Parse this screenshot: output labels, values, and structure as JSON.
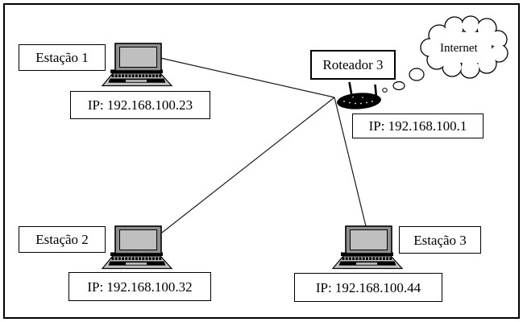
{
  "diagram": {
    "type": "network-topology",
    "nodes": {
      "station1": {
        "label": "Estação 1",
        "ip": "IP: 192.168.100.23",
        "icon": "laptop-icon"
      },
      "station2": {
        "label": "Estação 2",
        "ip": "IP: 192.168.100.32",
        "icon": "laptop-icon"
      },
      "station3": {
        "label": "Estação 3",
        "ip": "IP: 192.168.100.44",
        "icon": "laptop-icon"
      },
      "router": {
        "label": "Roteador 3",
        "ip": "IP: 192.168.100.1",
        "icon": "wireless-router-icon"
      },
      "internet": {
        "label": "Internet",
        "icon": "cloud-icon"
      }
    },
    "connections": [
      {
        "from": "station1",
        "to": "router",
        "style": "solid-line"
      },
      {
        "from": "station2",
        "to": "router",
        "style": "solid-line"
      },
      {
        "from": "station3",
        "to": "router",
        "style": "solid-line"
      },
      {
        "from": "router",
        "to": "internet",
        "style": "thought-bubbles"
      }
    ],
    "colors": {
      "background": "#ffffff",
      "line": "#1a1a1a",
      "box_border": "#000000",
      "laptop_frame": "#8f8f8f",
      "laptop_screen": "#bfbfbf",
      "laptop_base": "#c3c3c3",
      "router_body": "#000000"
    }
  }
}
